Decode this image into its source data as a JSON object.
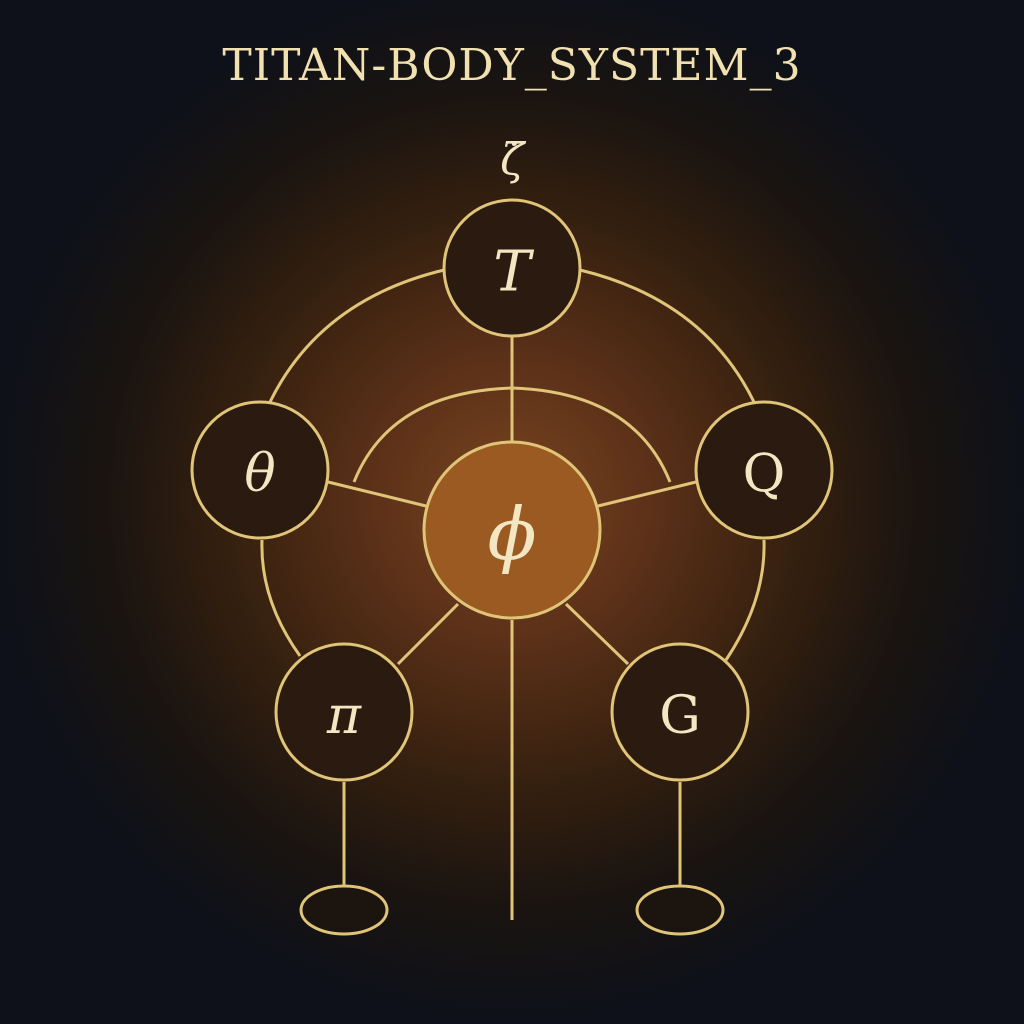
{
  "title": "TITAN-BODY_SYSTEM_3",
  "top_symbol": "ζ̇",
  "colors": {
    "line": "#e0c478",
    "text": "#f3e6c2",
    "node_fill": "#2a1a10",
    "center_fill": "#9a5a22",
    "background": "#0d1018"
  },
  "nodes": [
    {
      "id": "T",
      "label": "T",
      "italic": true
    },
    {
      "id": "theta",
      "label": "θ",
      "italic": true
    },
    {
      "id": "Q",
      "label": "Q",
      "italic": false
    },
    {
      "id": "phi",
      "label": "ϕ",
      "italic": true,
      "center": true
    },
    {
      "id": "pi",
      "label": "π",
      "italic": true
    },
    {
      "id": "G",
      "label": "G",
      "italic": false
    }
  ],
  "edges": [
    [
      "T",
      "phi"
    ],
    [
      "theta",
      "phi"
    ],
    [
      "Q",
      "phi"
    ],
    [
      "pi",
      "phi"
    ],
    [
      "G",
      "phi"
    ]
  ]
}
